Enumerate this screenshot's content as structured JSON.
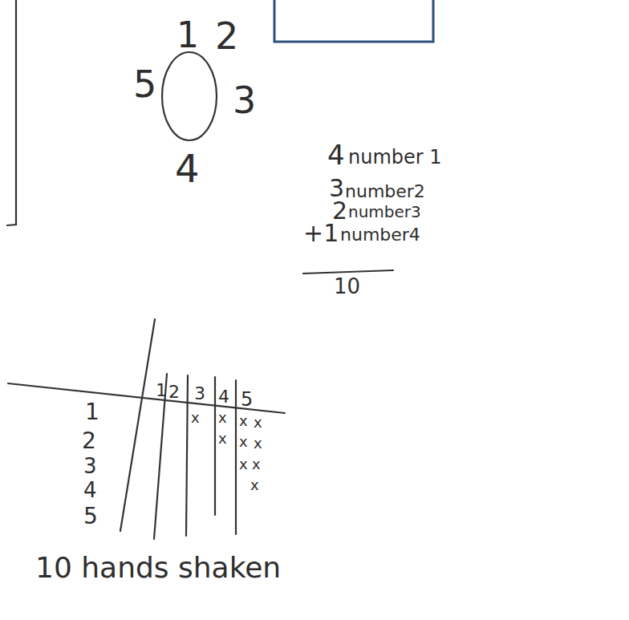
{
  "diagram": {
    "labels": [
      "1",
      "2",
      "5",
      "3",
      "4",
      "4",
      "number 1",
      "3",
      "number2",
      "2",
      "number3",
      "+1",
      "number4",
      "10",
      "1",
      "2",
      "3",
      "4",
      "5",
      "1",
      "2",
      "3",
      "4",
      "5",
      "x",
      "x",
      "x",
      "x",
      "x",
      "x",
      "x",
      "x",
      "x",
      "x",
      "10 hands shaken"
    ]
  }
}
